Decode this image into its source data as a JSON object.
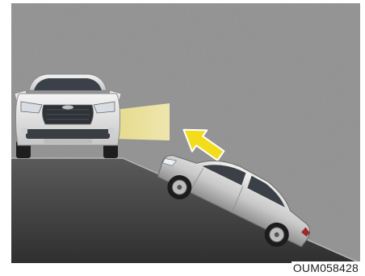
{
  "figure": {
    "code": "OUM058428",
    "objects": {
      "suv": "suv-front-view",
      "beam": "headlamp-beam",
      "arrow": "direction-arrow",
      "sedan": "sedan-driving-uphill",
      "ground": "ramp-slope"
    }
  },
  "colors": {
    "background": "#9a9a9a",
    "platform": "#4e4e4e",
    "slope_top": "#8c8c8c",
    "slope_bottom": "#3a3a3a",
    "beam": "#ece39a",
    "arrow_fill": "#f3dc1a",
    "arrow_stroke": "#ffffff",
    "suv_body": "#e8e8e8",
    "sedan_body": "#d9d9d9"
  }
}
